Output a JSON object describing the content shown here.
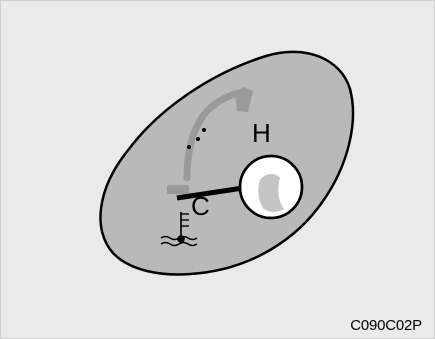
{
  "gauge": {
    "hot_label": "H",
    "cold_label": "C",
    "symbol_icon": "engine-coolant-temperature-icon",
    "colors": {
      "background": "#eaeaea",
      "housing": "#b9b9b9",
      "outline": "#000000",
      "scale": "#9a9a9a",
      "needle": "#000000",
      "hub": "#ffffff"
    }
  },
  "figure_code": "C090C02P"
}
